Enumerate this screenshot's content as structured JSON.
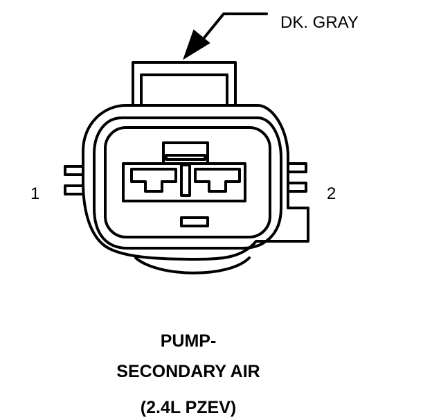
{
  "callout": {
    "color_label": "DK. GRAY"
  },
  "pins": {
    "left": "1",
    "right": "2"
  },
  "caption": {
    "line1": "PUMP-",
    "line2": "SECONDARY AIR",
    "line3": "(2.4L PZEV)"
  },
  "colors": {
    "ink": "#000000",
    "background": "#ffffff"
  }
}
